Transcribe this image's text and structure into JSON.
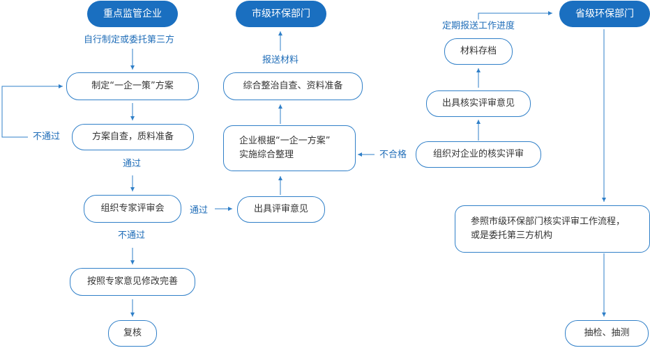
{
  "colors": {
    "accent": "#1a6fc0",
    "line": "#2f7fc8",
    "text": "#333333",
    "label": "#1f6db8"
  },
  "headers": {
    "enterprise": "重点监管企业",
    "city_bureau": "市级环保部门",
    "province_bureau": "省级环保部门"
  },
  "nodes": {
    "formulate_plan": "制定“一企一策”方案",
    "self_check": "方案自查，质料准备",
    "expert_review": "组织专家评审会",
    "revise": "按照专家意见修改完善",
    "recheck": "复核",
    "issue_opinion": "出具评审意见",
    "enterprise_rectify_line1": "企业根据“一企一方案”",
    "enterprise_rectify_line2": "实施综合整理",
    "comprehensive_check": "综合整治自查、资料准备",
    "org_verify_review": "组织对企业的核实评审",
    "issue_verify_opinion": "出具核实评审意见",
    "archive": "材料存档",
    "refer_process_line1": "参照市级环保部门核实评审工作流程，",
    "refer_process_line2": "或是委托第三方机构",
    "spot_check": "抽检、抽测"
  },
  "labels": {
    "self_or_third": "自行制定或委托第三方",
    "fail_1": "不通过",
    "pass_1": "通过",
    "fail_2": "不通过",
    "pass_2": "通过",
    "submit_materials": "报送材料",
    "unqualified": "不合格",
    "periodic_report": "定期报送工作进度"
  }
}
